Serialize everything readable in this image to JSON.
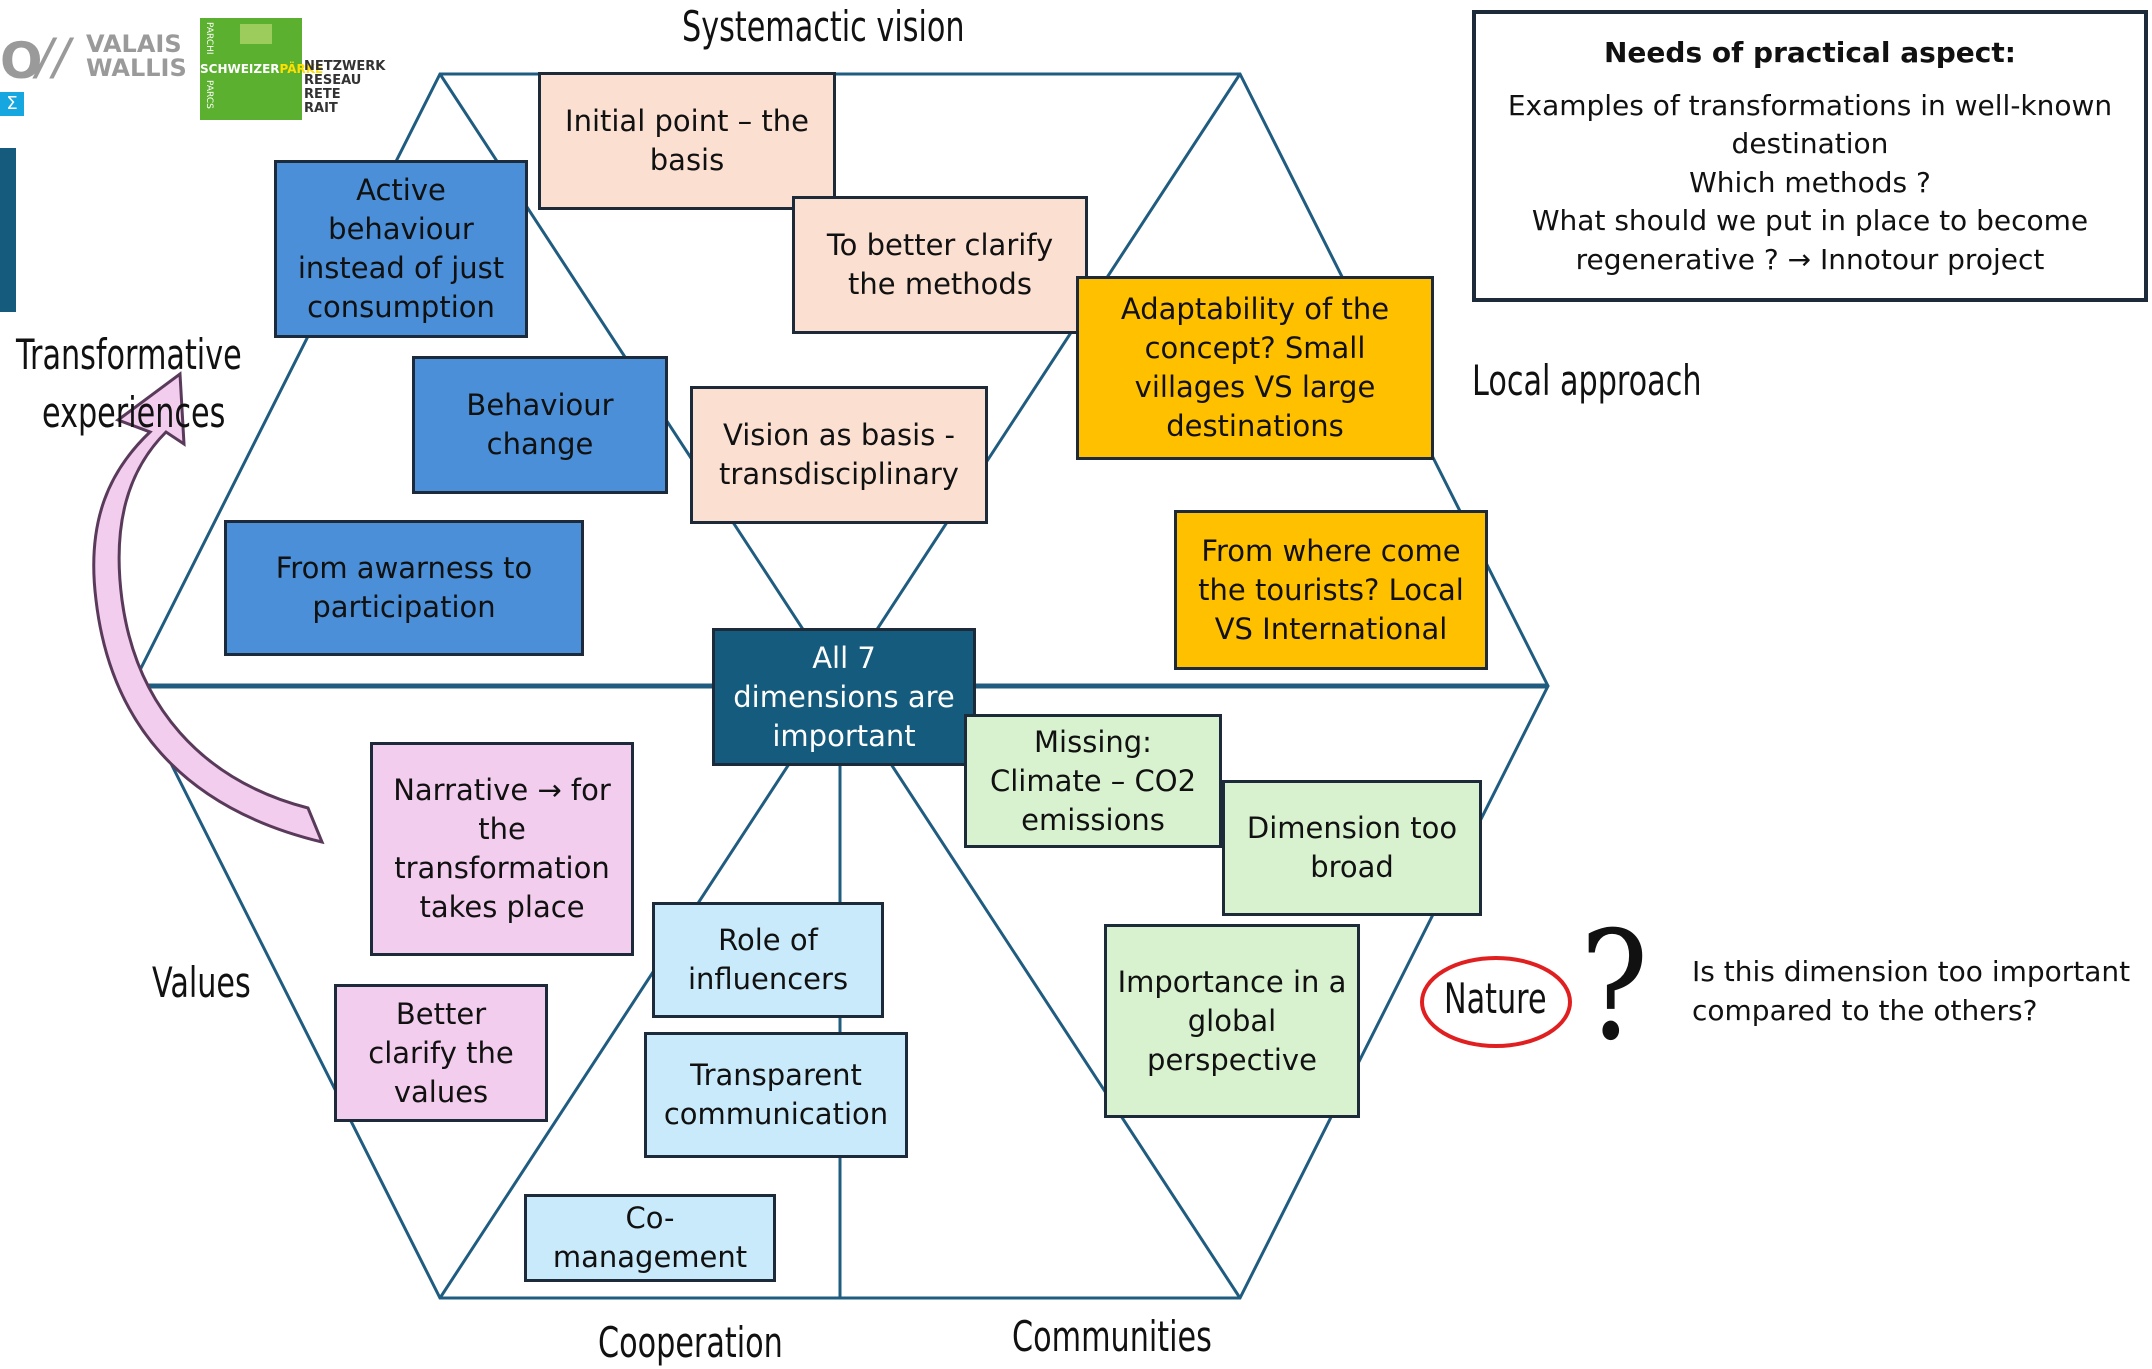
{
  "logos": {
    "valais_text_1": "VALAIS",
    "valais_text_2": "WALLIS",
    "parks_text_1": "SCHWEIZER",
    "parks_text_2": "PÄRKE",
    "parks_text_3": "NETZWERK",
    "parks_text_4": "RESEAU",
    "parks_text_5": "RETE",
    "parks_text_6": "RAIT",
    "parks_side_1": "PARCHI",
    "parks_side_2": "PARCS"
  },
  "dimensions": {
    "top": "Systemactic vision",
    "right_top": "Local approach",
    "left_top_1": "Transformative",
    "left_top_2": "experiences",
    "left_bottom": "Values",
    "bottom_left": "Cooperation",
    "bottom_right": "Communities",
    "right_bottom": "Nature"
  },
  "center": {
    "text": "All 7 dimensions are important"
  },
  "boxes": {
    "initial_point": "Initial point – the basis",
    "active_behaviour": "Active behaviour instead of just consumption",
    "better_clarify_methods": "To better clarify the methods",
    "adaptability": "Adaptability of the concept? Small villages VS large destinations",
    "behaviour_change": "Behaviour change",
    "vision_basis": "Vision as basis - transdisciplinary",
    "awareness": "From awarness to participation",
    "tourists_origin": "From where come the tourists? Local VS International",
    "missing_climate": "Missing: Climate – CO2 emissions",
    "dimension_broad": "Dimension too broad",
    "narrative": "Narrative → for the transformation takes place",
    "role_influencers": "Role of influencers",
    "global_perspective": "Importance in a global perspective",
    "better_clarify_values": "Better clarify the values",
    "transparent_comm": "Transparent communication",
    "co_management": "Co-management"
  },
  "needs": {
    "title": "Needs of practical aspect:",
    "line1": "Examples of transformations in well-known destination",
    "line2": "Which methods ?",
    "line3": "What should we put in place to become regenerative ? → Innotour project"
  },
  "question": {
    "mark": "?",
    "text_1": "Is this dimension too important",
    "text_2": "compared to the others?"
  },
  "colors": {
    "line": "#1f5c80",
    "blue": "#4a8fd8",
    "peach": "#fbe0d2",
    "orange": "#ffc000",
    "pink": "#f2cdee",
    "light_blue": "#c9eafb",
    "green": "#d8f2cf",
    "center": "#155b7d",
    "arrow_fill": "#f2cdee",
    "nature_ring": "#e02020"
  }
}
